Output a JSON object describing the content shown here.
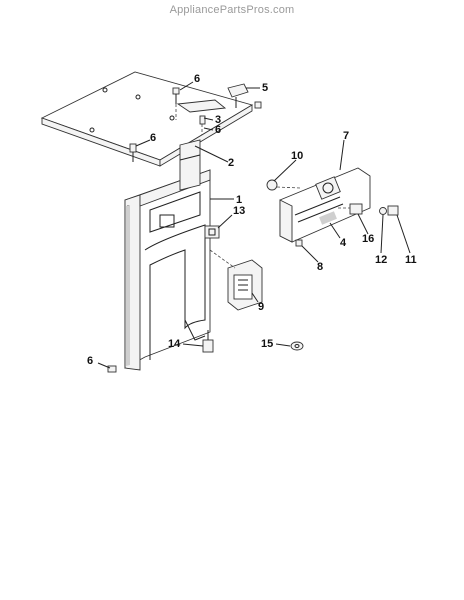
{
  "watermark": "AppliancePartsPros.com",
  "callouts": {
    "c1": "1",
    "c2": "2",
    "c3": "3",
    "c4": "4",
    "c5": "5",
    "c6a": "6",
    "c6b": "6",
    "c6c": "6",
    "c6d": "6",
    "c7": "7",
    "c8": "8",
    "c9": "9",
    "c10": "10",
    "c11": "11",
    "c12": "12",
    "c13": "13",
    "c14": "14",
    "c15": "15",
    "c16": "16"
  }
}
